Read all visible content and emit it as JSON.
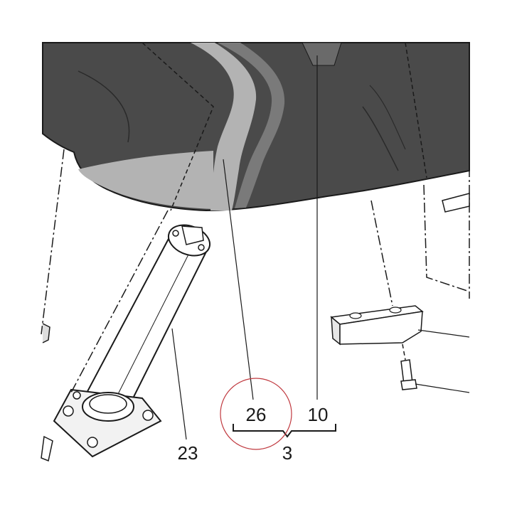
{
  "callouts": {
    "part_26": "26",
    "part_10": "10",
    "part_23": "23",
    "assembly_3": "3"
  },
  "colors": {
    "seat_dark": "#4a4a4a",
    "stripe_light": "#b3b3b3",
    "stripe_mid": "#7a7a7a",
    "line": "#1a1a1a",
    "highlight_circle": "#c0393f"
  }
}
